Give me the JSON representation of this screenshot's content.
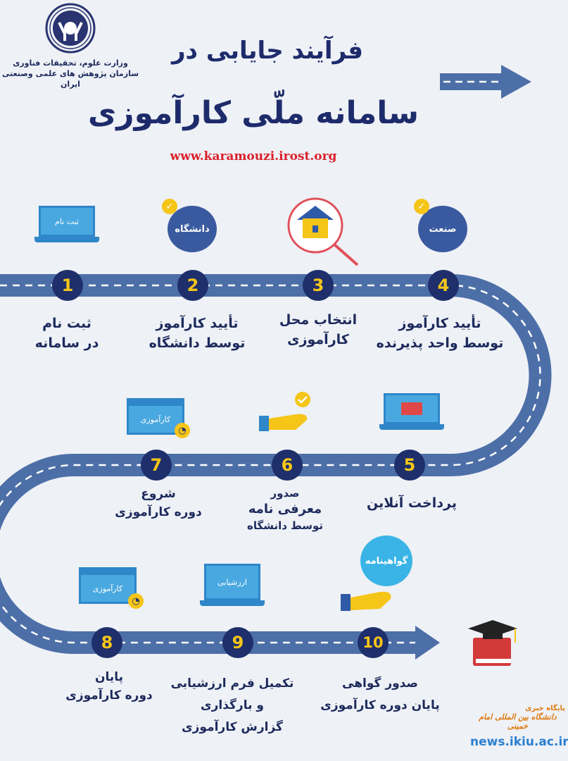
{
  "header": {
    "title_line1": "فرآیند جایابی در",
    "title_line2": "سامانه ملّی کارآموزی",
    "url": "www.karamouzi.irost.org",
    "org_line1": "وزارت علوم، تحقیقات فناوری",
    "org_line2": "سازمان پژوهش های علمی وصنعتی ایران"
  },
  "colors": {
    "road": "#4d6fa8",
    "number_circle": "#1e2f6b",
    "number_text": "#f5c518",
    "url": "#d9202a",
    "title": "#1e2b6b"
  },
  "icons": {
    "laptop_register": "ثبت نام",
    "university_badge": "دانشگاه",
    "industry_badge": "صنعت",
    "calendar_1": "کارآموزی",
    "calendar_2": "کارآموزی",
    "laptop_evaluation": "ارزشیابی",
    "certificate_badge": "گواهینامه"
  },
  "steps": [
    {
      "number": "1",
      "lines": [
        "ثبت نام",
        "در سامانه"
      ]
    },
    {
      "number": "2",
      "lines": [
        "تأیید کارآموز",
        "توسط دانشگاه"
      ]
    },
    {
      "number": "3",
      "lines": [
        "انتخاب محل",
        "کارآموزی"
      ]
    },
    {
      "number": "4",
      "lines": [
        "تأیید کارآموز",
        "توسط واحد پذیرنده"
      ]
    },
    {
      "number": "5",
      "lines": [
        "پرداخت آنلاین"
      ]
    },
    {
      "number": "6",
      "lines": [
        "صدور",
        "معرفی نامه",
        "توسط دانشگاه"
      ]
    },
    {
      "number": "7",
      "lines": [
        "شروع",
        "دوره کارآموزی"
      ]
    },
    {
      "number": "8",
      "lines": [
        "پایان",
        "دوره کارآموزی"
      ]
    },
    {
      "number": "9",
      "lines": [
        "تکمیل فرم ارزشیابی",
        "و بارگذاری",
        "گزارش کارآموزی"
      ]
    },
    {
      "number": "10",
      "lines": [
        "صدور گواهی",
        "پایان دوره کارآموزی"
      ]
    }
  ],
  "watermark": {
    "line1": "پایگاه خبری",
    "line2": "دانشگاه بین المللی امام خمینی",
    "url": "news.ikiu.ac.ir"
  }
}
